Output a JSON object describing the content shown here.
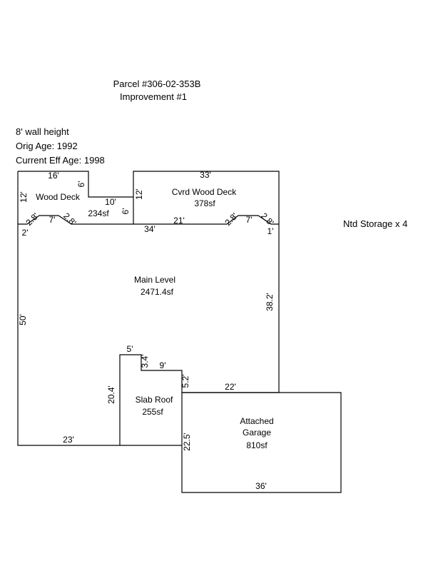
{
  "header": {
    "parcel": "Parcel #306-02-353B",
    "improvement": "Improvement #1"
  },
  "info": {
    "wall_height": "8' wall height",
    "orig_age": "Orig Age: 1992",
    "eff_age": "Current Eff Age: 1998"
  },
  "note": "Ntd Storage x 4",
  "areas": {
    "wood_deck": {
      "name": "Wood Deck",
      "size": "234sf"
    },
    "cvrd_deck": {
      "name": "Cvrd Wood Deck",
      "size": "378sf"
    },
    "main": {
      "name": "Main Level",
      "size": "2471.4sf"
    },
    "slab": {
      "name": "Slab Roof",
      "size": "255sf"
    },
    "garage": {
      "name1": "Attached",
      "name2": "Garage",
      "size": "810sf"
    }
  },
  "dims": {
    "d16": "16'",
    "d12a": "12'",
    "d6a": "6'",
    "d10": "10'",
    "d6b": "6'",
    "d12b": "12'",
    "d33": "33'",
    "d2": "2'",
    "d2_8a": "2.8'",
    "d7a": "7'",
    "d2_8b": "2.8'",
    "d34": "34'",
    "d21": "21'",
    "d2_8c": "2.8'",
    "d7b": "7'",
    "d2_8d": "2.8'",
    "d1": "1'",
    "d50": "50'",
    "d38_2": "38.2'",
    "d5": "5'",
    "d3_4": "3.4'",
    "d9": "9'",
    "d5_2": "5.2'",
    "d22": "22'",
    "d20_4": "20.4'",
    "d23": "23'",
    "d22_5": "22.5'",
    "d36": "36'"
  }
}
